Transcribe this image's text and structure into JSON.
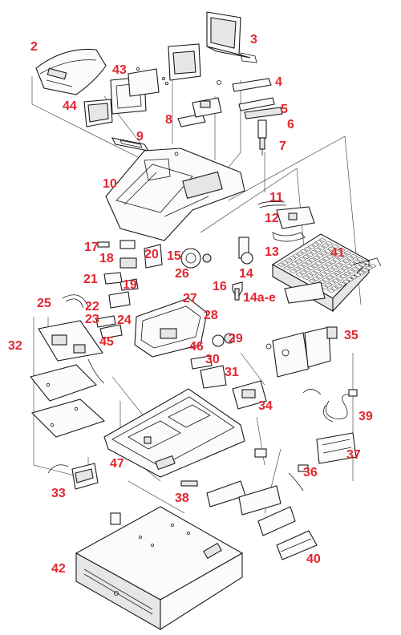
{
  "diagram": {
    "callouts": {
      "p2": "2",
      "p3": "3",
      "p4": "4",
      "p5": "5",
      "p6": "6",
      "p7": "7",
      "p8": "8",
      "p9": "9",
      "p10": "10",
      "p11": "11",
      "p12": "12",
      "p13": "13",
      "p14": "14",
      "p14ae": "14a-e",
      "p15": "15",
      "p16": "16",
      "p17": "17",
      "p18": "18",
      "p19": "19",
      "p20": "20",
      "p21": "21",
      "p22": "22",
      "p23": "23",
      "p24": "24",
      "p25": "25",
      "p26": "26",
      "p27": "27",
      "p28": "28",
      "p29": "29",
      "p30": "30",
      "p31": "31",
      "p32": "32",
      "p33": "33",
      "p34": "34",
      "p35": "35",
      "p36": "36",
      "p37": "37",
      "p38": "38",
      "p39": "39",
      "p40": "40",
      "p41": "41",
      "p42": "42",
      "p43": "43",
      "p44": "44",
      "p45": "45",
      "p46": "46",
      "p47": "47"
    },
    "colors": {
      "callout": "#e3262f",
      "line": "#1a1a1a",
      "background": "#ffffff"
    }
  }
}
